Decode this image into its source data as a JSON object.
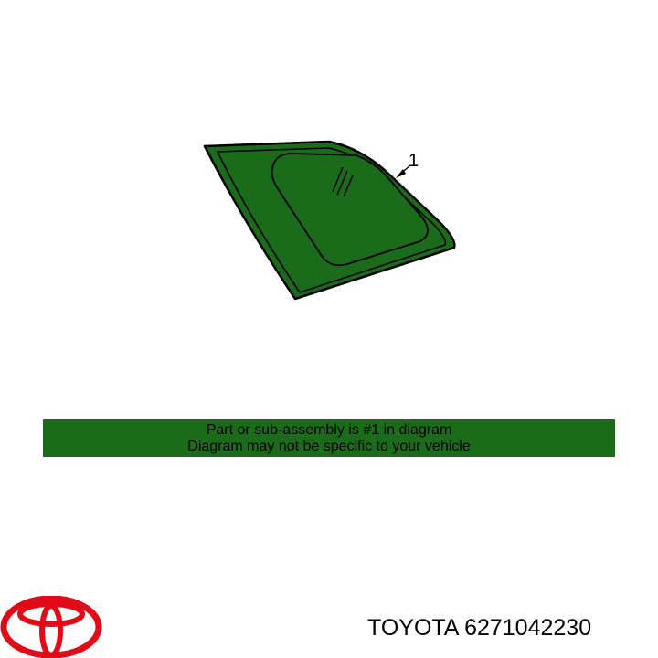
{
  "diagram": {
    "callout_number": "1",
    "glass_color": "#1a6b1a",
    "outline_color": "#000000"
  },
  "banner": {
    "line1": "Part or sub-assembly is #1 in diagram",
    "line2": "Diagram may not be specific to your vehicle",
    "background_color": "#1a6b1a"
  },
  "footer": {
    "brand": "TOYOTA",
    "part_number": "6271042230",
    "logo_icon": "toyota-logo-icon",
    "logo_color": "#e30a17"
  }
}
